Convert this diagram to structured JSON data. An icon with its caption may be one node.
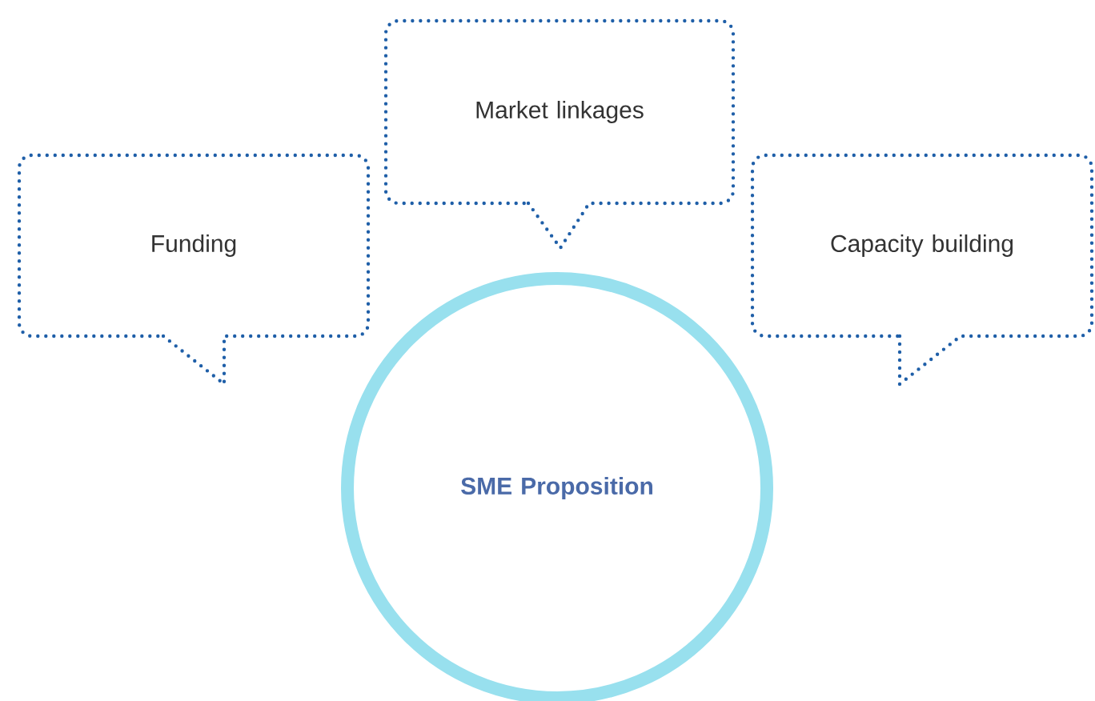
{
  "diagram": {
    "nodes": [
      {
        "text": [
          "Funding"
        ]
      },
      {
        "text": [
          "Market linkages"
        ]
      },
      {
        "text": [
          "Capacity building"
        ]
      },
      {
        "text": [
          "SME Proposition"
        ]
      }
    ]
  }
}
